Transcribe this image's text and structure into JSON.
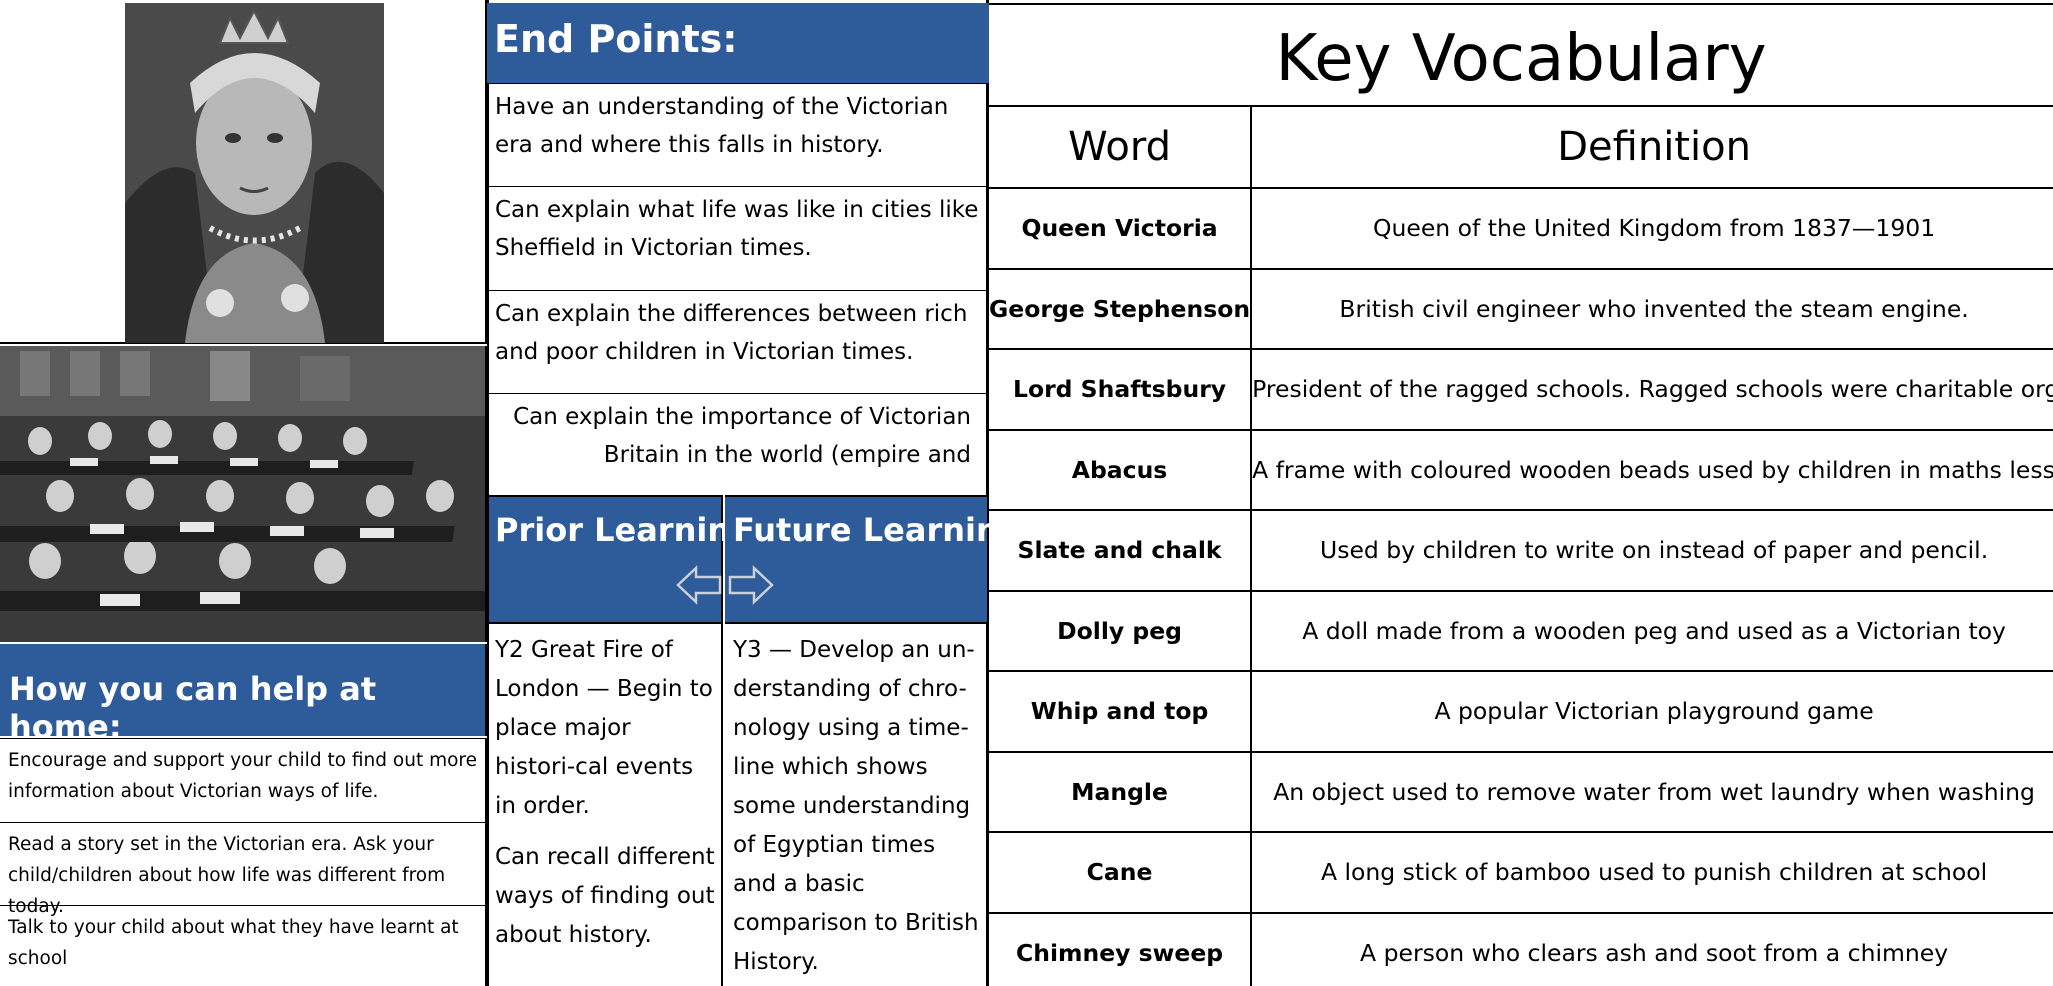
{
  "help": {
    "title": "How you can help at home:",
    "items": [
      "Encourage and support your child to find out more information about Victorian ways of life.",
      "Read a story set in the Victorian era. Ask your child/children about how life was different from today.",
      "Talk to your child about what they have learnt at school"
    ]
  },
  "end_points": {
    "title": "End Points:",
    "items": [
      "Have an understanding of the Victorian era and where this falls in history.",
      "Can explain what life was like in cities like Sheffield in Victorian times.",
      "Can explain the differences between rich and poor children in Victorian times.",
      "Can explain the importance of Victorian Britain in the world (empire and"
    ]
  },
  "prior": {
    "title": "Prior Learning",
    "text_1": "Y2 Great Fire of London — Begin to place major histori-cal events in order.",
    "text_2": "Can recall different ways of finding out about history."
  },
  "future": {
    "title": "Future Learning",
    "text": "Y3 — Develop an un-derstanding of chro-nology using a time-line which shows some understanding of Egyptian times and a basic comparison to British History."
  },
  "icons": {
    "left": "arrow-left-icon",
    "right": "arrow-right-icon"
  },
  "vocab": {
    "title": "Key Vocabulary",
    "col_word": "Word",
    "col_def": "Definition",
    "rows": [
      {
        "word": "Queen Victoria",
        "def": "Queen of the United Kingdom from 1837—1901"
      },
      {
        "word": "George Stephenson",
        "def": "British civil engineer who invented the steam engine."
      },
      {
        "word": "Lord Shaftsbury",
        "def": "President of the ragged schools. Ragged schools were charitable organi-"
      },
      {
        "word": "Abacus",
        "def": "A frame with coloured wooden beads used by children in maths lessons"
      },
      {
        "word": "Slate and chalk",
        "def": "Used by children to write on instead of paper and pencil."
      },
      {
        "word": "Dolly peg",
        "def": "A doll made from a wooden peg and used as a Victorian toy"
      },
      {
        "word": "Whip and top",
        "def": "A popular Victorian playground game"
      },
      {
        "word": "Mangle",
        "def": "An object used to remove water from wet laundry when washing"
      },
      {
        "word": "Cane",
        "def": "A long stick of bamboo used to punish children at school"
      },
      {
        "word": "Chimney sweep",
        "def": "A person who clears ash and soot from a chimney"
      }
    ]
  }
}
